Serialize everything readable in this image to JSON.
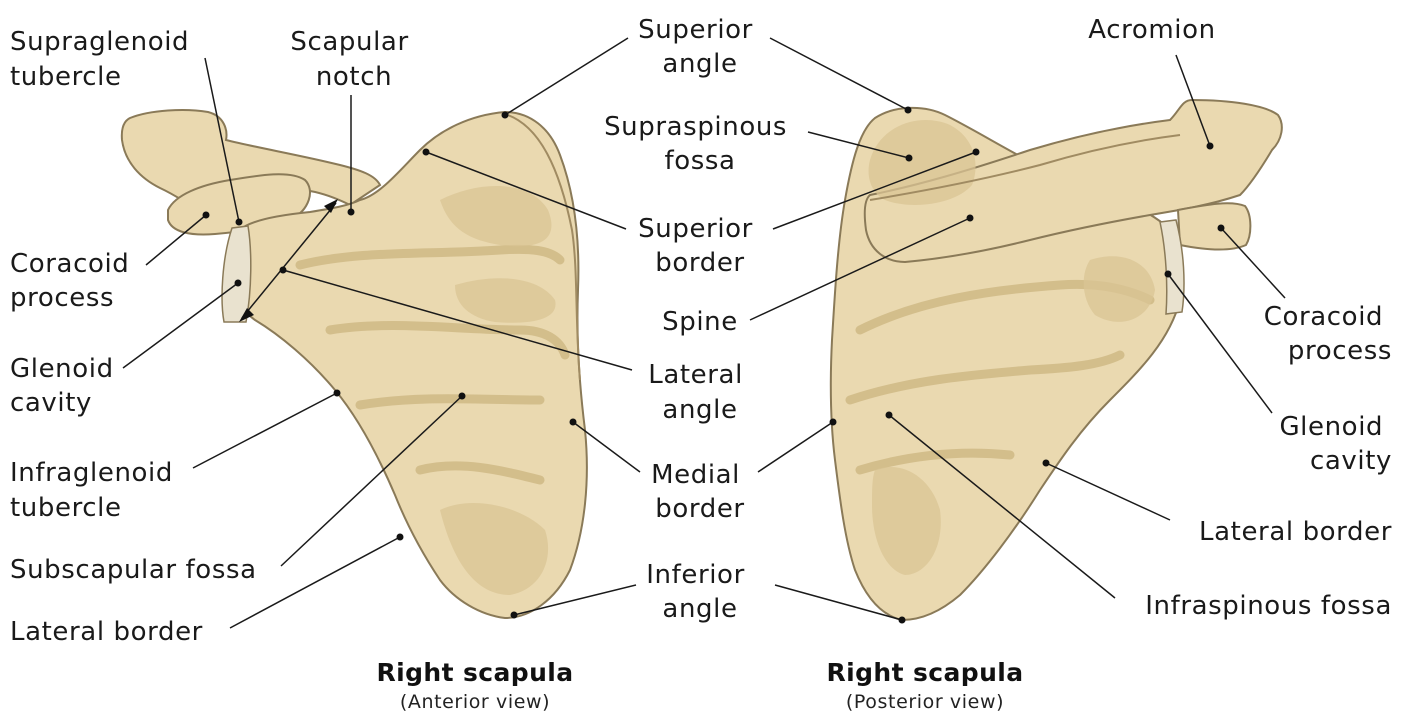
{
  "colors": {
    "bone": "#ead9b0",
    "bone_shadow": "#d9c494",
    "bone_outline": "#8a7a58",
    "text": "#1a1a1a"
  },
  "left_figure": {
    "caption": "Right scapula",
    "subcaption": "(Anterior view)",
    "labels": {
      "supraglenoid_tubercle": [
        "Supraglenoid",
        "tubercle"
      ],
      "scapular_notch": [
        "Scapular",
        "notch"
      ],
      "coracoid_process": [
        "Coracoid",
        "process"
      ],
      "glenoid_cavity": [
        "Glenoid",
        "cavity"
      ],
      "infraglenoid_tubercle": [
        "Infraglenoid",
        "tubercle"
      ],
      "subscapular_fossa": [
        "Subscapular fossa"
      ],
      "lateral_border": [
        "Lateral border"
      ]
    }
  },
  "center_labels": {
    "superior_angle": [
      "Superior",
      "angle"
    ],
    "supraspinous_fossa": [
      "Supraspinous",
      "fossa"
    ],
    "superior_border": [
      "Superior",
      "border"
    ],
    "spine": [
      "Spine"
    ],
    "lateral_angle": [
      "Lateral",
      "angle"
    ],
    "medial_border": [
      "Medial",
      "border"
    ],
    "inferior_angle": [
      "Inferior",
      "angle"
    ]
  },
  "right_figure": {
    "caption": "Right scapula",
    "subcaption": "(Posterior view)",
    "labels": {
      "acromion": [
        "Acromion"
      ],
      "coracoid_process": [
        "Coracoid",
        "process"
      ],
      "glenoid_cavity": [
        "Glenoid",
        "cavity"
      ],
      "lateral_border": [
        "Lateral border"
      ],
      "infraspinous_fossa": [
        "Infraspinous fossa"
      ]
    }
  }
}
